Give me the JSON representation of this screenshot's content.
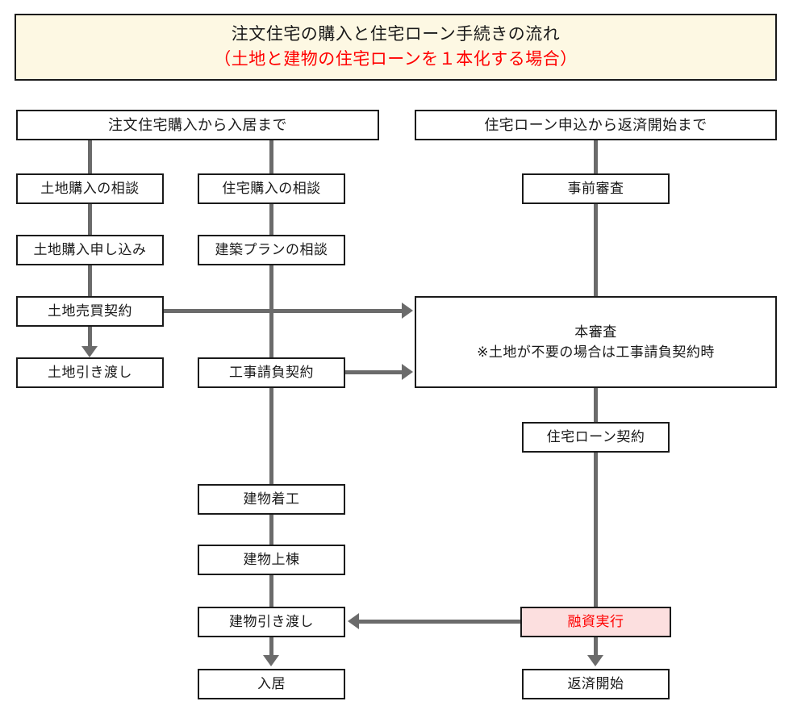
{
  "title": {
    "line1": "注文住宅の購入と住宅ローン手続きの流れ",
    "line2": "（土地と建物の住宅ローンを１本化する場合）",
    "line1_color": "#1a1a1a",
    "line2_color": "#ff0000",
    "background": "#fdf8e3",
    "border_color": "#1a1a1a"
  },
  "columns": {
    "left_header": "注文住宅購入から入居まで",
    "right_header": "住宅ローン申込から返済開始まで"
  },
  "nodes": {
    "land_consult": "土地購入の相談",
    "land_application": "土地購入申し込み",
    "land_sale_contract": "土地売買契約",
    "land_handover": "土地引き渡し",
    "house_consult": "住宅購入の相談",
    "plan_consult": "建築プランの相談",
    "construction_contract": "工事請負契約",
    "construction_start": "建物着工",
    "framing_complete": "建物上棟",
    "building_handover": "建物引き渡し",
    "move_in": "入居",
    "pre_screening": "事前審査",
    "main_screening_title": "本審査",
    "main_screening_note": "※土地が不要の場合は工事請負契約時",
    "loan_contract": "住宅ローン契約",
    "loan_execution": "融資実行",
    "repayment_start": "返済開始"
  },
  "theme": {
    "connector_color": "#6b6b6b",
    "box_border": "#1a1a1a",
    "box_background": "#ffffff",
    "highlight_background": "#fcdfdf",
    "highlight_text": "#ff0000"
  }
}
